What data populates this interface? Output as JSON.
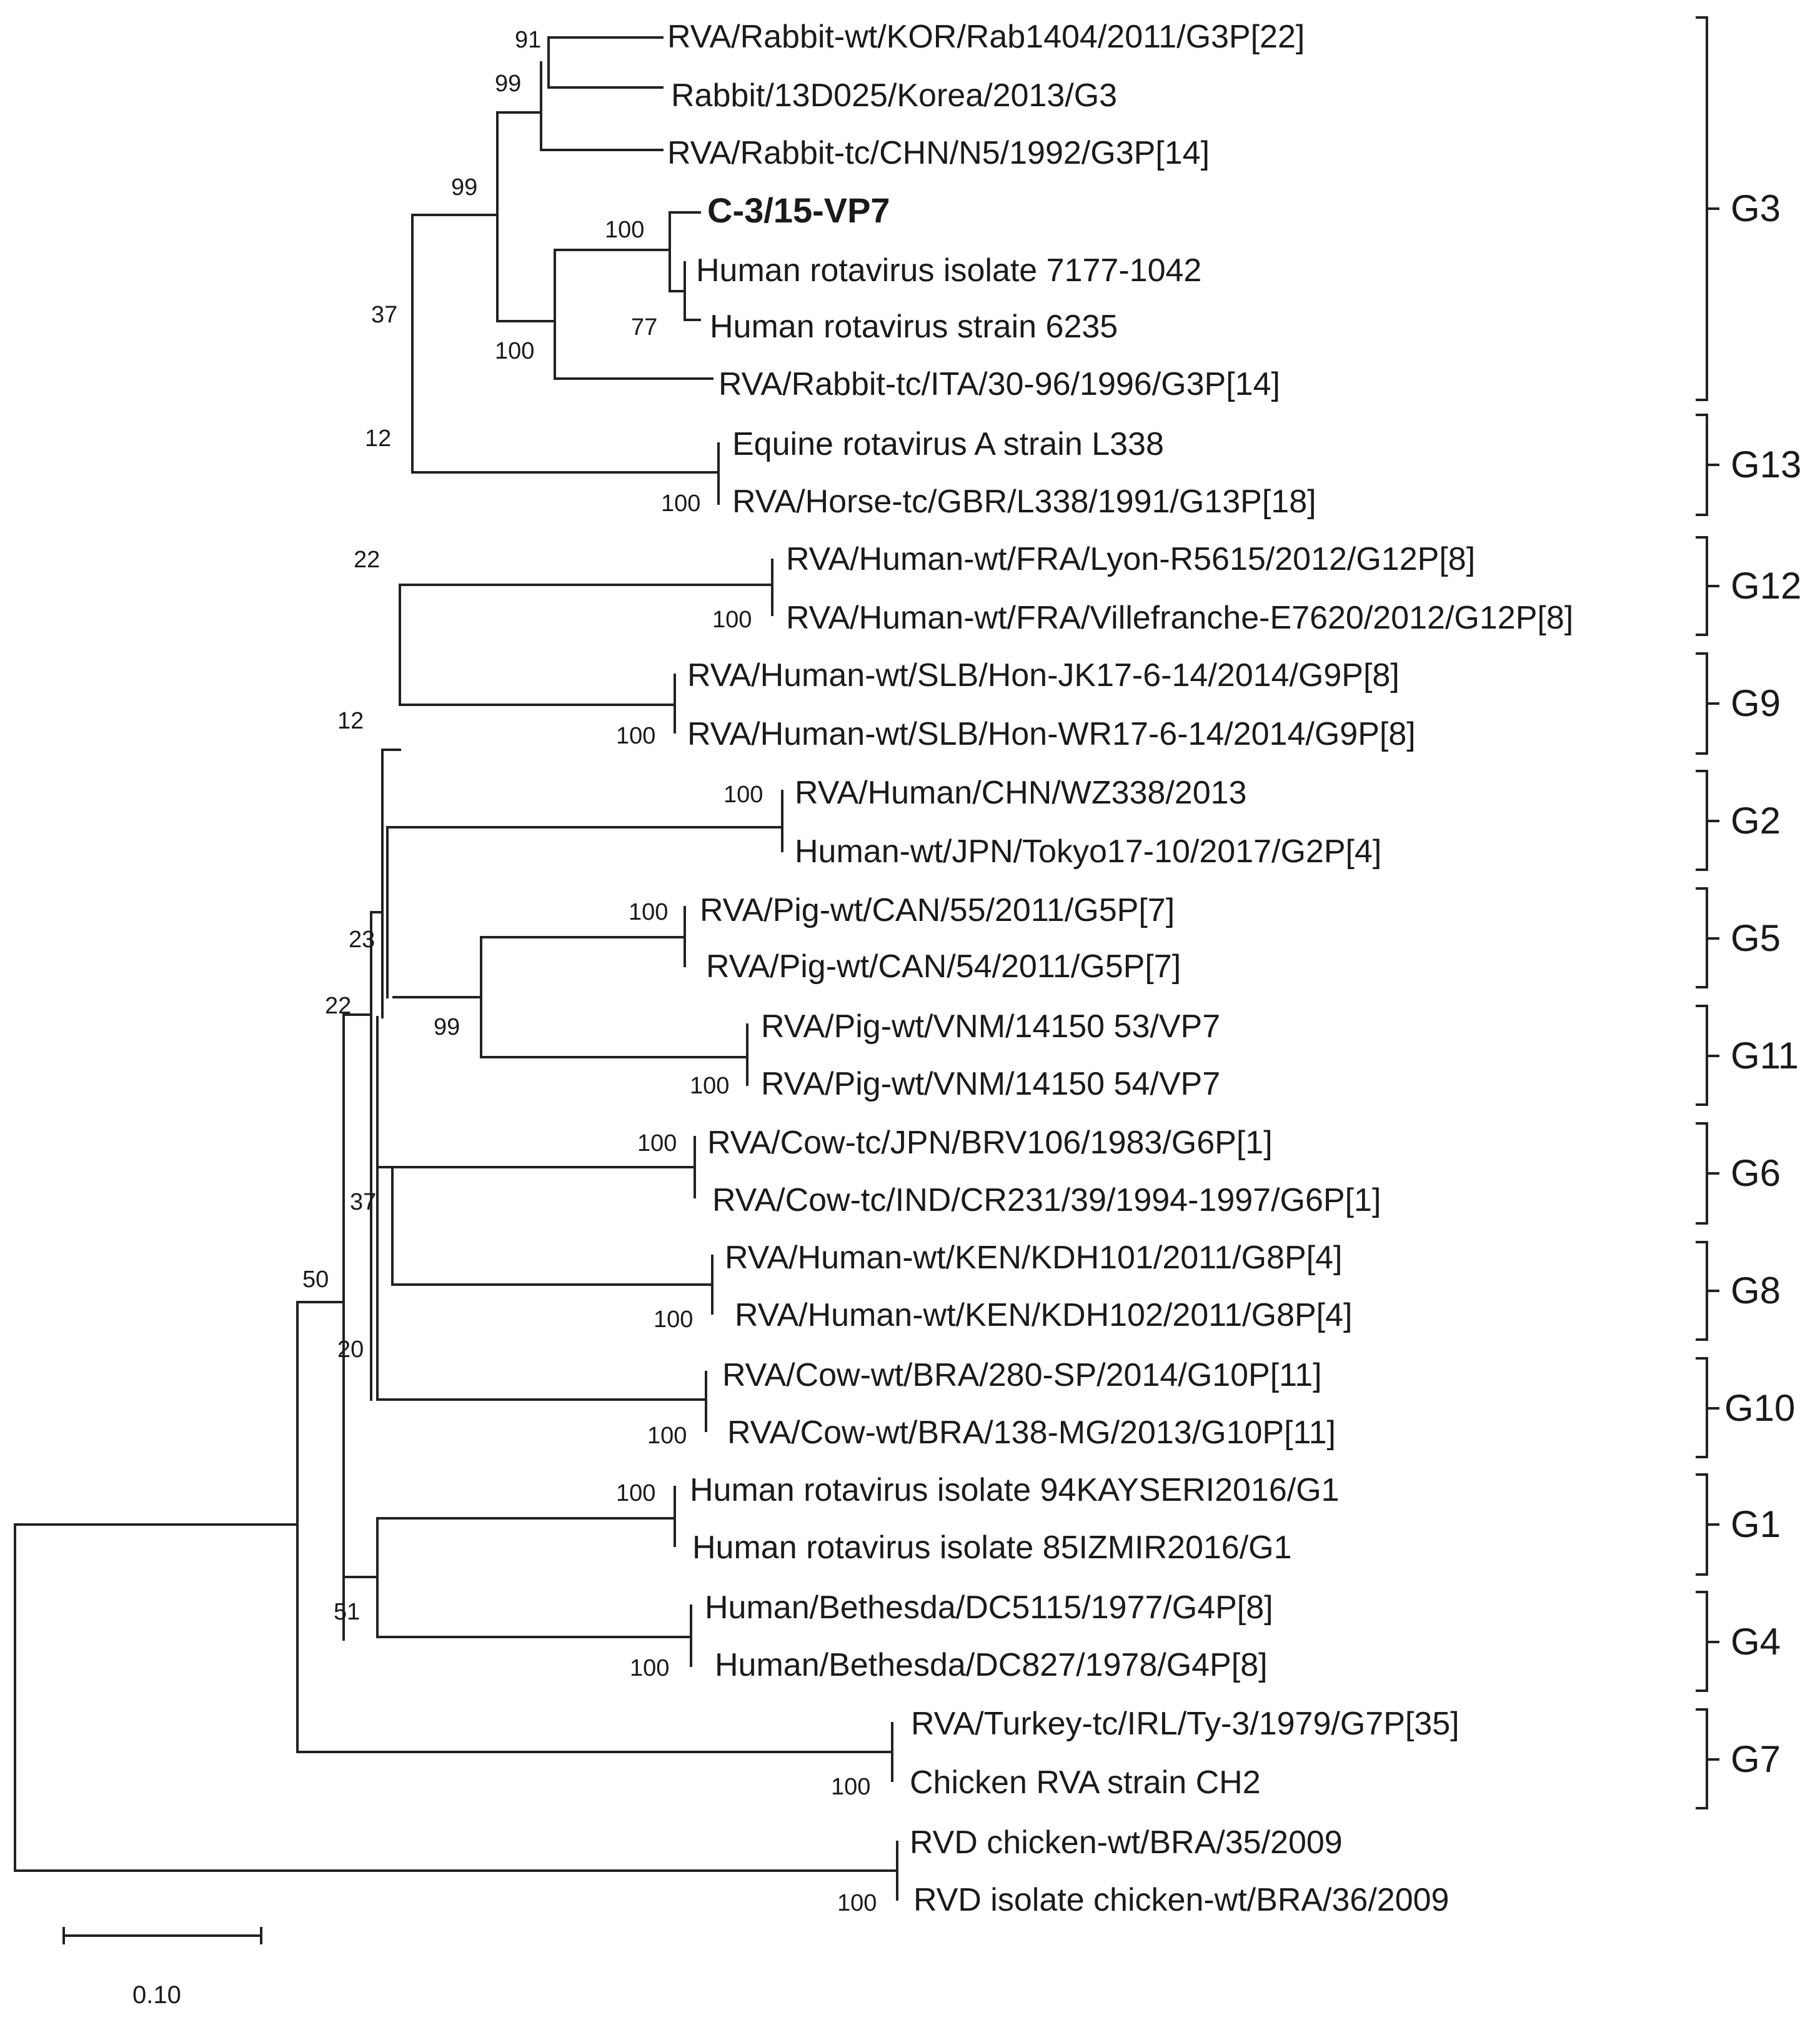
{
  "tree": {
    "leaves": [
      {
        "id": "rab1404",
        "label": "RVA/Rabbit-wt/KOR/Rab1404/2011/G3P[22]"
      },
      {
        "id": "r13d025",
        "label": "Rabbit/13D025/Korea/2013/G3"
      },
      {
        "id": "n5",
        "label": "RVA/Rabbit-tc/CHN/N5/1992/G3P[14]"
      },
      {
        "id": "c315",
        "label": "C-3/15-VP7",
        "bold": true
      },
      {
        "id": "h7177",
        "label": "Human rotavirus isolate 7177-1042"
      },
      {
        "id": "h6235",
        "label": "Human rotavirus strain 6235"
      },
      {
        "id": "ita3096",
        "label": "RVA/Rabbit-tc/ITA/30-96/1996/G3P[14]"
      },
      {
        "id": "eqL338",
        "label": "Equine rotavirus A strain L338"
      },
      {
        "id": "horseL338",
        "label": "RVA/Horse-tc/GBR/L338/1991/G13P[18]"
      },
      {
        "id": "lyon",
        "label": "RVA/Human-wt/FRA/Lyon-R5615/2012/G12P[8]"
      },
      {
        "id": "villef",
        "label": "RVA/Human-wt/FRA/Villefranche-E7620/2012/G12P[8]"
      },
      {
        "id": "honjk",
        "label": "RVA/Human-wt/SLB/Hon-JK17-6-14/2014/G9P[8]"
      },
      {
        "id": "honwr",
        "label": "RVA/Human-wt/SLB/Hon-WR17-6-14/2014/G9P[8]"
      },
      {
        "id": "wz338",
        "label": "RVA/Human/CHN/WZ338/2013"
      },
      {
        "id": "tokyo",
        "label": "Human-wt/JPN/Tokyo17-10/2017/G2P[4]"
      },
      {
        "id": "can55",
        "label": "RVA/Pig-wt/CAN/55/2011/G5P[7]"
      },
      {
        "id": "can54",
        "label": "RVA/Pig-wt/CAN/54/2011/G5P[7]"
      },
      {
        "id": "vnm53",
        "label": "RVA/Pig-wt/VNM/14150 53/VP7"
      },
      {
        "id": "vnm54",
        "label": "RVA/Pig-wt/VNM/14150 54/VP7"
      },
      {
        "id": "brv106",
        "label": "RVA/Cow-tc/JPN/BRV106/1983/G6P[1]"
      },
      {
        "id": "cr231",
        "label": "RVA/Cow-tc/IND/CR231/39/1994-1997/G6P[1]"
      },
      {
        "id": "kdh101",
        "label": "RVA/Human-wt/KEN/KDH101/2011/G8P[4]"
      },
      {
        "id": "kdh102",
        "label": "RVA/Human-wt/KEN/KDH102/2011/G8P[4]"
      },
      {
        "id": "sp280",
        "label": "RVA/Cow-wt/BRA/280-SP/2014/G10P[11]"
      },
      {
        "id": "mg138",
        "label": "RVA/Cow-wt/BRA/138-MG/2013/G10P[11]"
      },
      {
        "id": "kayseri",
        "label": "Human rotavirus isolate 94KAYSERI2016/G1"
      },
      {
        "id": "izmir",
        "label": "Human rotavirus isolate 85IZMIR2016/G1"
      },
      {
        "id": "dc5115",
        "label": "Human/Bethesda/DC5115/1977/G4P[8]"
      },
      {
        "id": "dc827",
        "label": "Human/Bethesda/DC827/1978/G4P[8]"
      },
      {
        "id": "turkey",
        "label": "RVA/Turkey-tc/IRL/Ty-3/1979/G7P[35]"
      },
      {
        "id": "ch2",
        "label": "Chicken RVA strain CH2"
      },
      {
        "id": "rvd35",
        "label": "RVD chicken-wt/BRA/35/2009"
      },
      {
        "id": "rvd36",
        "label": "RVD isolate chicken-wt/BRA/36/2009"
      }
    ],
    "bootstrap_values": [
      "91",
      "99",
      "99",
      "100",
      "77",
      "100",
      "37",
      "12",
      "100",
      "22",
      "100",
      "12",
      "100",
      "100",
      "23",
      "100",
      "99",
      "100",
      "22",
      "100",
      "37",
      "100",
      "20",
      "100",
      "50",
      "100",
      "51",
      "100",
      "100",
      "100"
    ],
    "genotype_groups": [
      {
        "label": "G3"
      },
      {
        "label": "G13"
      },
      {
        "label": "G12"
      },
      {
        "label": "G9"
      },
      {
        "label": "G2"
      },
      {
        "label": "G5"
      },
      {
        "label": "G11"
      },
      {
        "label": "G6"
      },
      {
        "label": "G8"
      },
      {
        "label": "G10"
      },
      {
        "label": "G1"
      },
      {
        "label": "G4"
      },
      {
        "label": "G7"
      }
    ],
    "scale_bar": {
      "label": "0.10",
      "value": 0.1
    }
  }
}
